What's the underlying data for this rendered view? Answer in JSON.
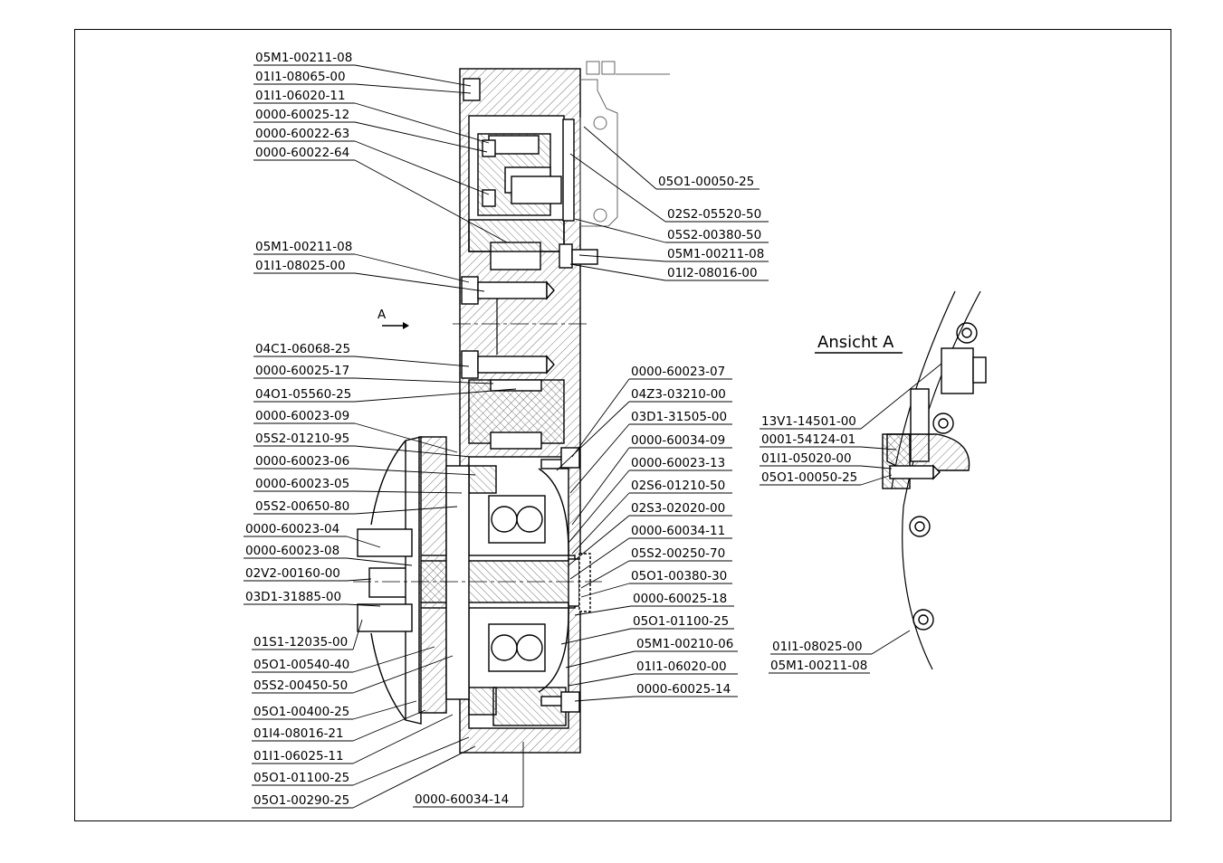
{
  "view_arrow": "A",
  "view_title": "Ansicht A",
  "left_labels": [
    "05M1-00211-08",
    "01I1-08065-00",
    "01I1-06020-11",
    "0000-60025-12",
    "0000-60022-63",
    "0000-60022-64",
    "05M1-00211-08",
    "01I1-08025-00",
    "04C1-06068-25",
    "0000-60025-17",
    "04O1-05560-25",
    "0000-60023-09",
    "05S2-01210-95",
    "0000-60023-06",
    "0000-60023-05",
    "05S2-00650-80",
    "0000-60023-04",
    "0000-60023-08",
    "02V2-00160-00",
    "03D1-31885-00",
    "01S1-12035-00",
    "05O1-00540-40",
    "05S2-00450-50",
    "05O1-00400-25",
    "01I4-08016-21",
    "01I1-06025-11",
    "05O1-01100-25",
    "05O1-00290-25"
  ],
  "right_labels": [
    "05O1-00050-25",
    "02S2-05520-50",
    "05S2-00380-50",
    "05M1-00211-08",
    "01I2-08016-00",
    "0000-60023-07",
    "04Z3-03210-00",
    "03D1-31505-00",
    "0000-60034-09",
    "0000-60023-13",
    "02S6-01210-50",
    "02S3-02020-00",
    "0000-60034-11",
    "05S2-00250-70",
    "05O1-00380-30",
    "0000-60025-18",
    "05O1-01100-25",
    "05M1-00210-06",
    "01I1-06020-00",
    "0000-60025-14"
  ],
  "bottom_label": "0000-60034-14",
  "view_labels": [
    "13V1-14501-00",
    "0001-54124-01",
    "01I1-05020-00",
    "05O1-00050-25",
    "01I1-08025-00",
    "05M1-00211-08"
  ]
}
